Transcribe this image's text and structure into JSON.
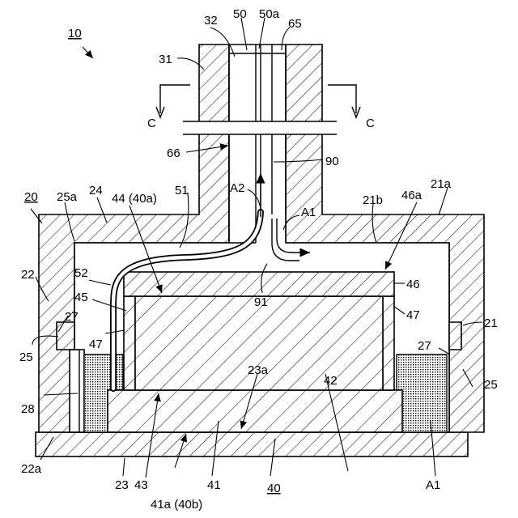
{
  "figure": {
    "labels": {
      "l10": "10",
      "l20": "20",
      "l21": "21",
      "l21a": "21a",
      "l21b": "21b",
      "l22": "22",
      "l22a": "22a",
      "l23": "23",
      "l23a": "23a",
      "l24": "24",
      "l25_left": "25",
      "l25_right": "25",
      "l25a": "25a",
      "l27_left": "27",
      "l27_right": "27",
      "l28": "28",
      "l31": "31",
      "l32": "32",
      "l40": "40",
      "l41": "41",
      "l41a": "41a (40b)",
      "l42": "42",
      "l43": "43",
      "l44": "44 (40a)",
      "l45": "45",
      "l46": "46",
      "l46a": "46a",
      "l47_left": "47",
      "l47_right": "47",
      "l50": "50",
      "l50a": "50a",
      "l51": "51",
      "l52": "52",
      "l65": "65",
      "l66": "66",
      "l90": "90",
      "l91": "91",
      "lA1_top": "A1",
      "lA1_bottom": "A1",
      "lA2": "A2",
      "lC_left": "C",
      "lC_right": "C"
    }
  }
}
